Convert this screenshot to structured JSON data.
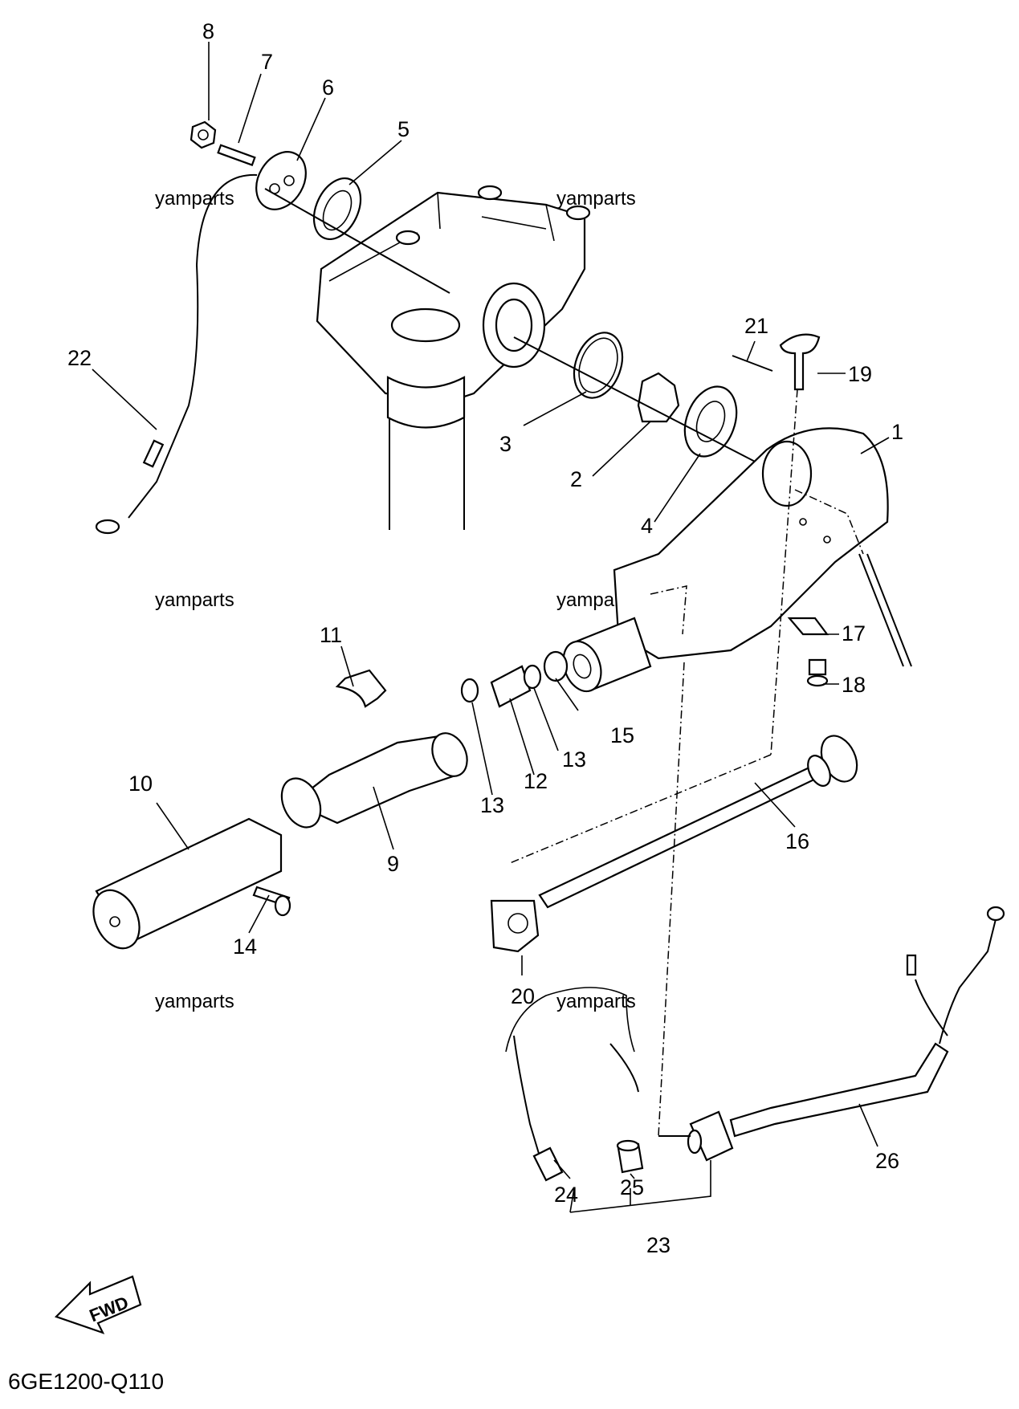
{
  "diagram": {
    "code": "6GE1200-Q110",
    "fwd_label": "FWD",
    "watermark": "yamparts",
    "parts": [
      "1",
      "2",
      "3",
      "4",
      "5",
      "6",
      "7",
      "8",
      "9",
      "10",
      "11",
      "12",
      "13",
      "13",
      "14",
      "15",
      "16",
      "17",
      "18",
      "19",
      "20",
      "21",
      "22",
      "23",
      "24",
      "25",
      "26"
    ]
  },
  "colors": {
    "line": "#000000",
    "background": "#ffffff"
  }
}
